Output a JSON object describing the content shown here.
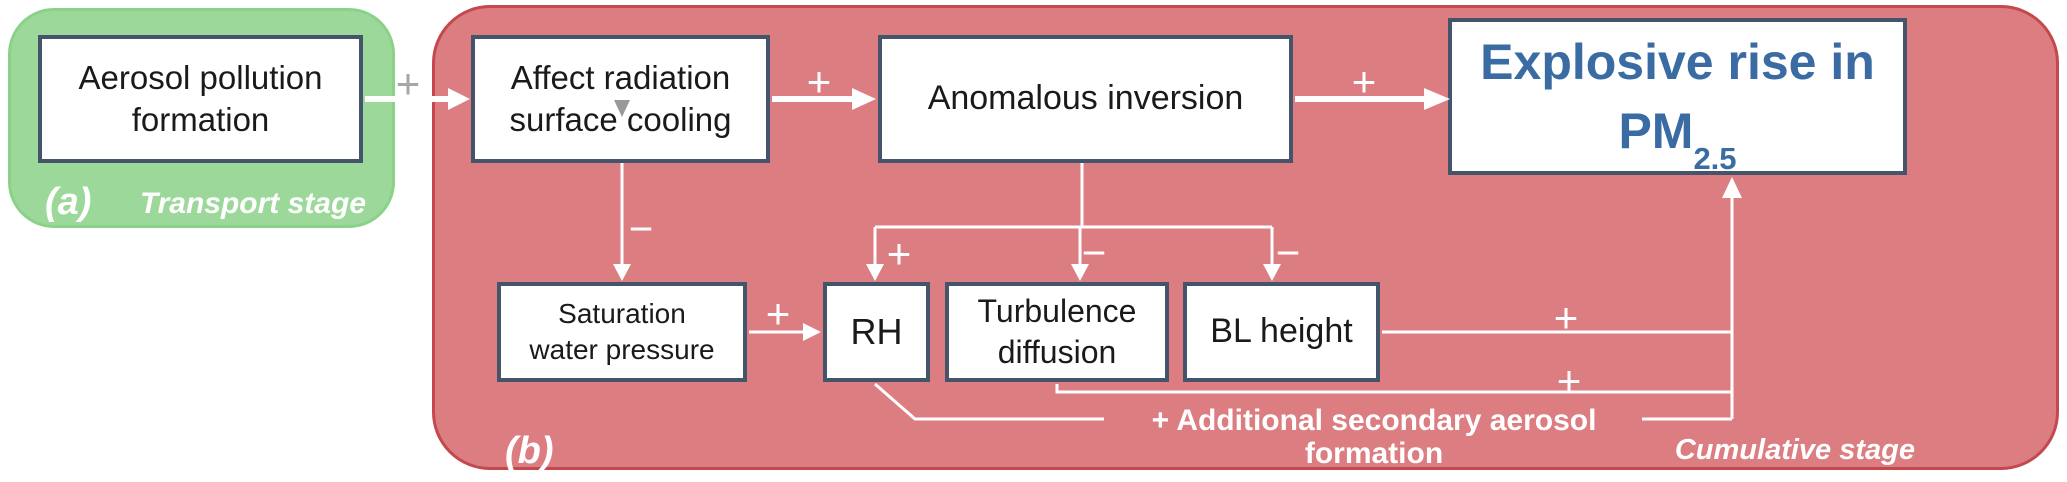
{
  "panels": {
    "a": {
      "id_label": "(a)",
      "stage_label": "Transport stage"
    },
    "b": {
      "id_label": "(b)",
      "stage_label": "Cumulative stage"
    }
  },
  "nodes": {
    "aerosol": {
      "line1": "Aerosol pollution",
      "line2": "formation"
    },
    "affect_radiation": {
      "line1": "Affect radiation",
      "line2": "surface cooling"
    },
    "anomalous_inversion": {
      "label": "Anomalous inversion"
    },
    "explosive_rise": {
      "line1": "Explosive rise in",
      "base": "PM",
      "sub": "2.5"
    },
    "saturation": {
      "line1": "Saturation",
      "line2": "water pressure"
    },
    "rh": {
      "label": "RH"
    },
    "turbulence": {
      "line1": "Turbulence",
      "line2": "diffusion"
    },
    "bl_height": {
      "label": "BL height"
    }
  },
  "signs": {
    "transport_to_affect": "+",
    "affect_to_anomalous": "+",
    "anomalous_to_explosive": "+",
    "affect_to_saturation": "−",
    "anomalous_to_rh": "+",
    "anomalous_to_turbulence": "−",
    "anomalous_to_bl": "−",
    "saturation_to_rh": "+",
    "bl_to_pm": "+",
    "turbulence_to_pm": "+"
  },
  "annotations": {
    "additional_formation": "+ Additional secondary aerosol formation"
  },
  "icons": {
    "surface_cooling_marker": "down-arrow-icon"
  },
  "colors": {
    "panel_a_fill": "#9dd89b",
    "panel_a_border": "#8ad287",
    "panel_b_fill": "#dc7d81",
    "panel_b_border": "#c3494e",
    "node_border": "#44546a",
    "node_fill": "#ffffff",
    "pm_text_blue": "#3a6ba3",
    "wire_white": "#ffffff",
    "transport_plus_gray": "#a6a6a6",
    "internal_arrow_gray": "#999999"
  }
}
